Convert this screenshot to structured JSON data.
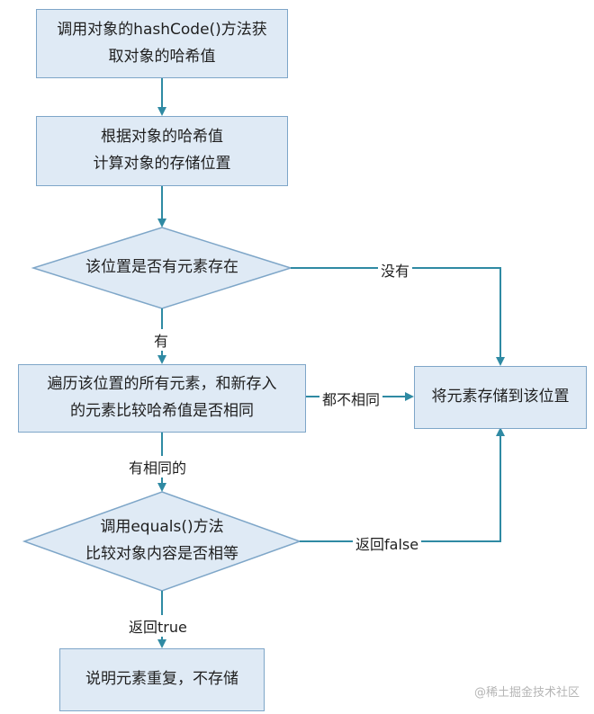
{
  "nodes": {
    "get_hash": {
      "lines": [
        "调用对象的hashCode()方法获",
        "取对象的哈希值"
      ]
    },
    "compute_position": {
      "lines": [
        "根据对象的哈希值",
        "计算对象的存储位置"
      ]
    },
    "check_exists": {
      "lines": [
        "该位置是否有元素存在"
      ]
    },
    "traverse_compare": {
      "lines": [
        "遍历该位置的所有元素，和新存入",
        "的元素比较哈希值是否相同"
      ]
    },
    "store": {
      "lines": [
        "将元素存储到该位置"
      ]
    },
    "equals_compare": {
      "lines": [
        "调用equals()方法",
        "比较对象内容是否相等"
      ]
    },
    "duplicate": {
      "lines": [
        "说明元素重复，不存储"
      ]
    }
  },
  "edges": {
    "no_element": "没有",
    "has_element": "有",
    "all_different": "都不相同",
    "has_same": "有相同的",
    "return_false": "返回false",
    "return_true": "返回true"
  },
  "watermark": "@稀土掘金技术社区",
  "colors": {
    "fill": "#dfeaf5",
    "stroke": "#7ea6c8",
    "arrow": "#2f8aa3"
  }
}
